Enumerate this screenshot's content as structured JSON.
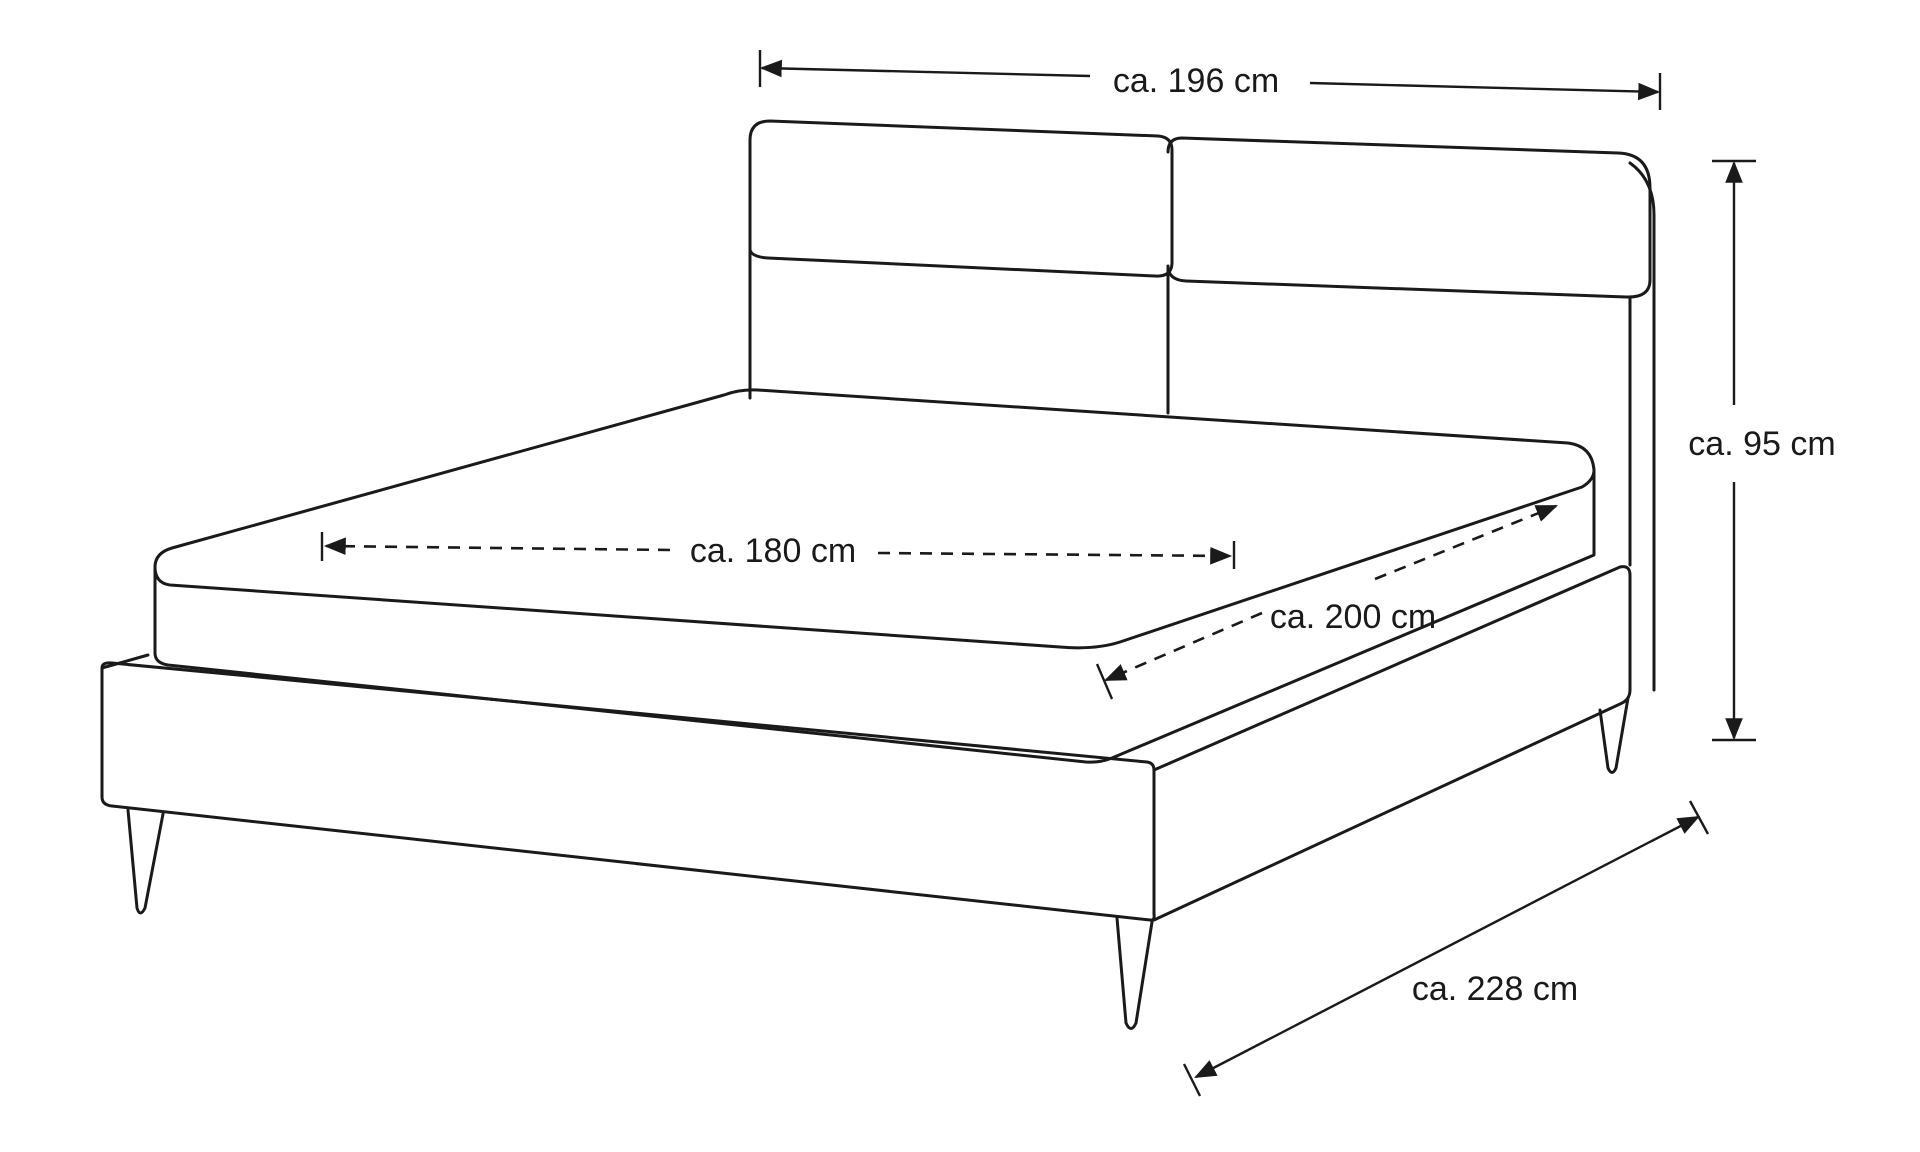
{
  "dimensions": {
    "width": "ca. 196 cm",
    "height": "ca. 95 cm",
    "mattress_width": "ca. 180 cm",
    "mattress_length": "ca. 200 cm",
    "length": "ca. 228 cm"
  },
  "colors": {
    "line": "#1a1a1a",
    "background": "#ffffff"
  }
}
